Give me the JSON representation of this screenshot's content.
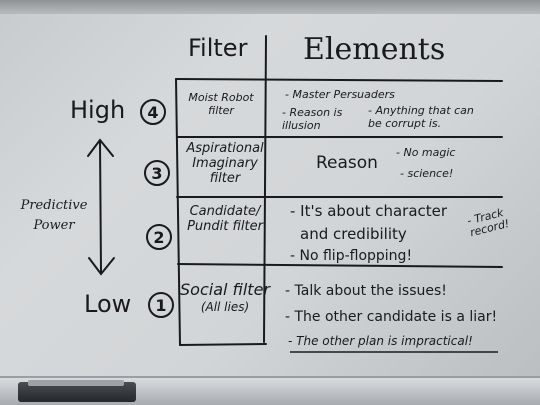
{
  "board": {
    "header": {
      "filter": "Filter",
      "elements": "Elements"
    },
    "side": {
      "high": "High",
      "low": "Low",
      "predictive_power": "Predictive Power"
    },
    "levels": [
      {
        "number": "4",
        "filter": "Moist Robot filter"
      },
      {
        "number": "3",
        "filter": "Aspirational Imaginary filter"
      },
      {
        "number": "2",
        "filter": "Candidate/ Pundit filter"
      },
      {
        "number": "1",
        "filter": "Social filter",
        "sub": "(All lies)"
      }
    ],
    "elements": {
      "l4": [
        "- Master Persuaders",
        "- Reason is illusion",
        "- Anything that can be corrupt is."
      ],
      "l3": [
        "Reason",
        "- No magic",
        "- science!"
      ],
      "l2": [
        "- It's about character",
        "and credibility",
        "- No flip-flopping!",
        "- Track record!"
      ],
      "l1": [
        "- Talk about the issues!",
        "- The other candidate is a liar!",
        "- The other plan is impractical!"
      ]
    }
  }
}
